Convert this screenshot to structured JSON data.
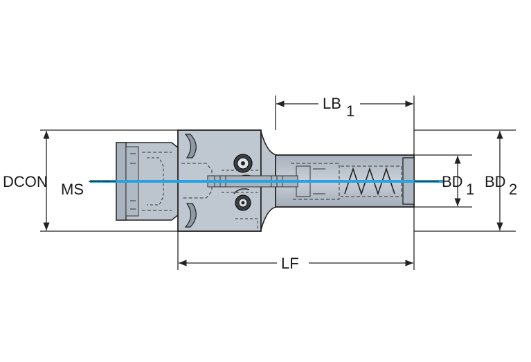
{
  "labels": {
    "dcon": "DCON",
    "dcon_sub": "MS",
    "lb": "LB",
    "lb_sub": "1",
    "bd1": "BD",
    "bd1_sub": "1",
    "bd2": "BD",
    "bd2_sub": "2",
    "lf": "LF"
  },
  "colors": {
    "body_fill": "#b9c2cc",
    "body_dark": "#8e99a5",
    "outline": "#222222",
    "centerline": "#29a3e0",
    "background": "#ffffff"
  }
}
